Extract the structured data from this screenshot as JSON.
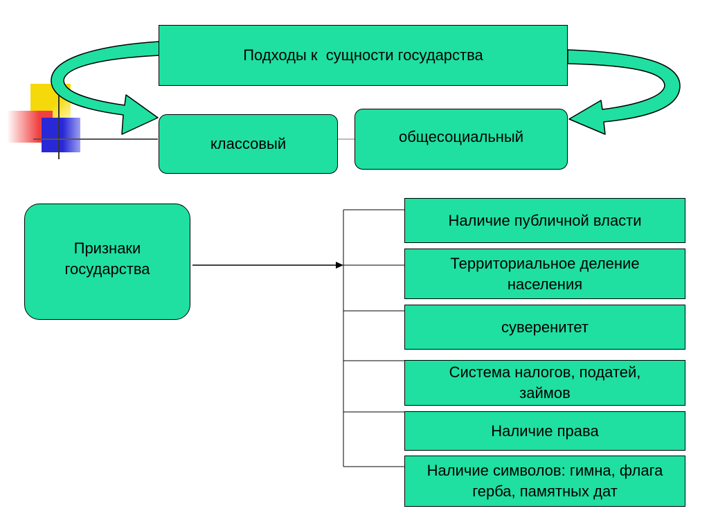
{
  "diagram": {
    "title": "Подходы к  сущности государства",
    "approaches": [
      {
        "label": "классовый"
      },
      {
        "label": "общесоциальный"
      }
    ],
    "features_heading": "Признаки\nгосударства",
    "features": [
      {
        "label": "Наличие публичной власти"
      },
      {
        "label": "Территориальное деление\nнаселения"
      },
      {
        "label": "суверенитет"
      },
      {
        "label": "Система налогов, податей,\nзаймов"
      },
      {
        "label": "Наличие права"
      },
      {
        "label": "Наличие символов: гимна, флага\nгерба, памятных дат"
      }
    ]
  },
  "colors": {
    "box_fill": "#1fe0a0",
    "border": "#000000",
    "decor_yellow": "#f5d90a",
    "decor_red": "#f04040",
    "decor_blue": "#2828d8"
  }
}
